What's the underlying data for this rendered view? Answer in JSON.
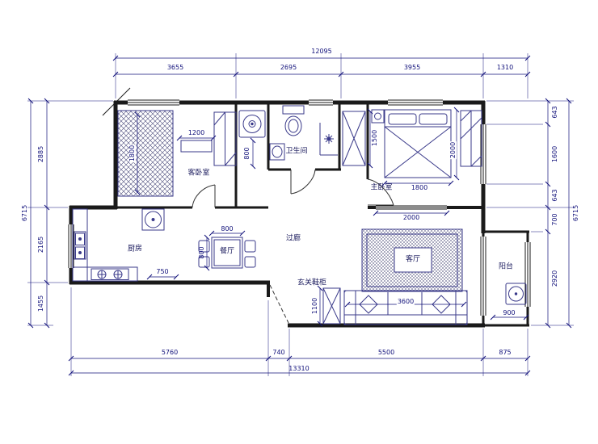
{
  "colors": {
    "wall": "#1a1a1a",
    "furniture_line": "#3a3a8a",
    "dimension_text": "#10107a",
    "background": "#ffffff"
  },
  "rooms": {
    "guest_bedroom": "客卧室",
    "bathroom": "卫生间",
    "master_bedroom": "主卧室",
    "kitchen": "厨房",
    "dining": "餐厅",
    "corridor": "过廊",
    "entry_cabinet": "玄关鞋柜",
    "living": "客厅",
    "balcony": "阳台"
  },
  "dims": {
    "top": {
      "total": "12095",
      "segs": [
        "3655",
        "2695",
        "3955",
        "1310"
      ]
    },
    "bottom": {
      "total": "13310",
      "segs": [
        "5760",
        "740",
        "5500",
        "875"
      ]
    },
    "left": {
      "total": "6715",
      "segs": [
        "2885",
        "2165",
        "1455"
      ]
    },
    "right": {
      "total": "6715",
      "segs": [
        "643",
        "1600",
        "643",
        "700",
        "2920"
      ]
    },
    "inner": {
      "wardrobe_guest": "1200",
      "bed_guest": "1800",
      "laundry": "800",
      "closet": "1500",
      "bed_master_len": "2000",
      "bed_master_w": "1800",
      "tv_wall": "2000",
      "table_w": "800",
      "table_d": "800",
      "cabinet_kitchen": "750",
      "sofa": "3600",
      "balcony_washer": "900",
      "shoe_cabinet": "1100"
    }
  }
}
